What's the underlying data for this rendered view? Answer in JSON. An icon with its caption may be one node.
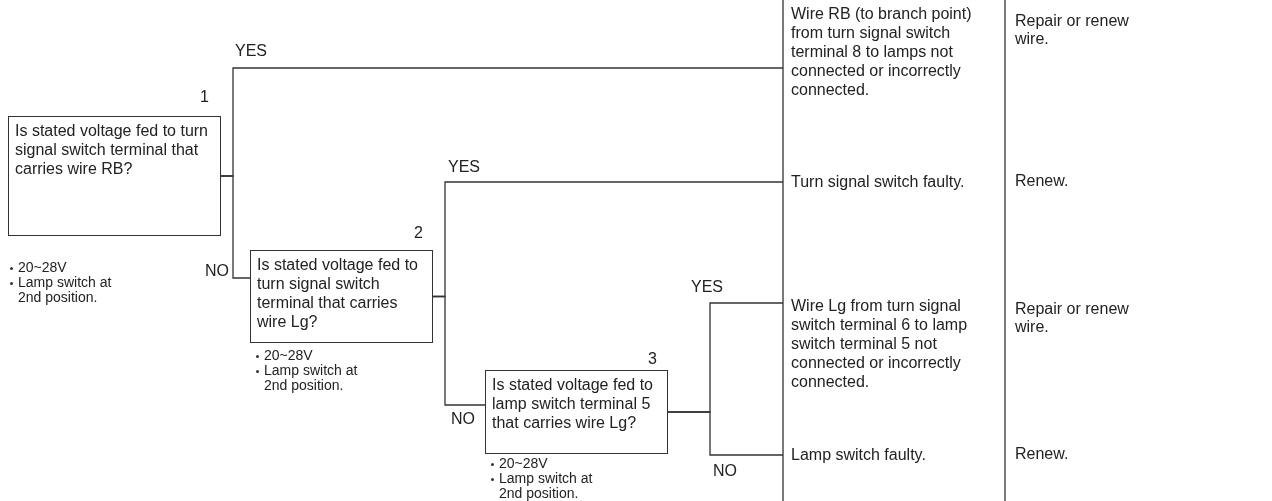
{
  "diagram": {
    "nodes": [
      {
        "text": [
          "Is stated voltage fed to turn signal switch terminal that carries wire RB?"
        ],
        "beside": [
          "1",
          "20~28V",
          "Lamp switch at 2nd position."
        ]
      },
      {
        "text": [
          "Is stated voltage fed to turn signal switch terminal that carries wire Lg?"
        ],
        "beside": [
          "2",
          "20~28V",
          "Lamp switch at 2nd position."
        ]
      },
      {
        "text": [
          "Is stated voltage fed to lamp switch terminal 5 that carries wire Lg?"
        ],
        "beside": [
          "3",
          "20~28V",
          "Lamp switch at 2nd position."
        ]
      },
      {
        "text": [
          "Wire RB (to branch point) from turn signal switch terminal 8 to lamps not connected or incorrectly connected."
        ]
      },
      {
        "text": [
          "Turn signal switch faulty."
        ]
      },
      {
        "text": [
          "Wire Lg from turn signal switch terminal 6 to lamp switch terminal 5 not connected or incorrectly connected."
        ]
      },
      {
        "text": [
          "Lamp switch faulty."
        ]
      }
    ],
    "edges": [
      {
        "from": 0,
        "to": 3,
        "arrow": "none",
        "label": "YES"
      },
      {
        "from": 0,
        "to": 1,
        "arrow": "none",
        "label": "NO"
      },
      {
        "from": 1,
        "to": 4,
        "arrow": "none",
        "label": "YES"
      },
      {
        "from": 1,
        "to": 2,
        "arrow": "none",
        "label": "NO"
      },
      {
        "from": 2,
        "to": 5,
        "arrow": "none",
        "label": "YES"
      },
      {
        "from": 2,
        "to": 6,
        "arrow": "none",
        "label": "NO"
      }
    ],
    "labels": [
      "Repair or renew wire.",
      "Renew.",
      "Repair or renew wire.",
      "Renew."
    ]
  }
}
